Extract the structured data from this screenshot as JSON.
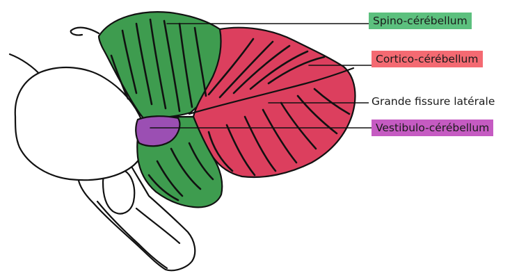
{
  "labels": {
    "spino": {
      "text": "Spino-cérébellum",
      "color": "#5cc07e"
    },
    "cortico": {
      "text": "Cortico-cérébellum",
      "color": "#f46a72"
    },
    "fissure": {
      "text": "Grande fissure latérale",
      "color": "#ffffff"
    },
    "vestibulo": {
      "text": "Vestibulo-cérébellum",
      "color": "#c55bc2"
    }
  },
  "colors": {
    "green_region": "#3e9c4f",
    "red_region": "#dc3f5e",
    "purple_region": "#9b4fb3",
    "outline": "#111111"
  }
}
